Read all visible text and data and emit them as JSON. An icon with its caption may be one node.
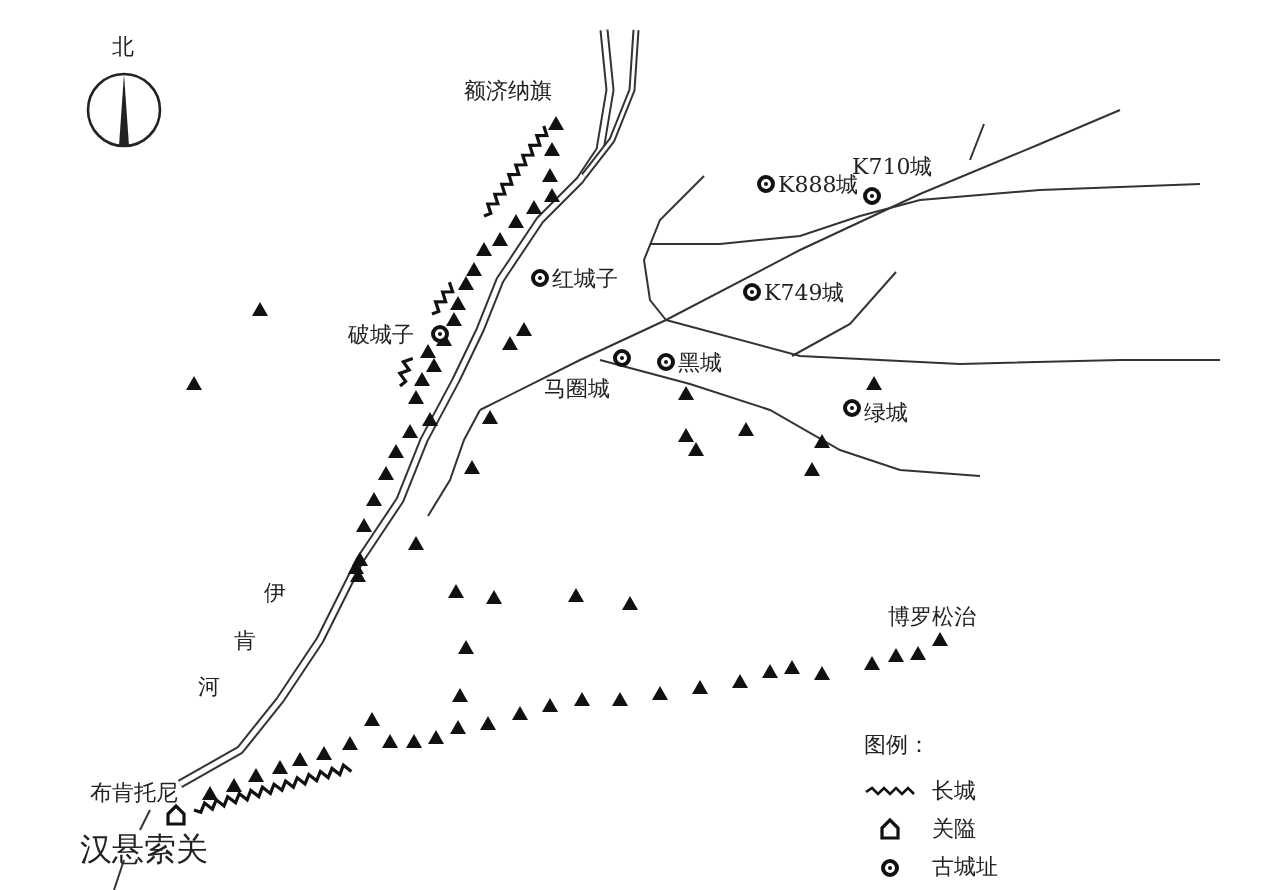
{
  "diagram": {
    "labels": [
      "北",
      "额济纳旗",
      "K888城",
      "K710城",
      "红城子",
      "K749城",
      "破城子",
      "马圈城",
      "黑城",
      "绿城",
      "伊",
      "肯",
      "河",
      "博罗松治",
      "布肯托尼",
      "汉悬索关",
      "图例："
    ],
    "legend": [
      {
        "text": "长城"
      },
      {
        "text": "关隘"
      },
      {
        "text": "古城址"
      }
    ]
  }
}
